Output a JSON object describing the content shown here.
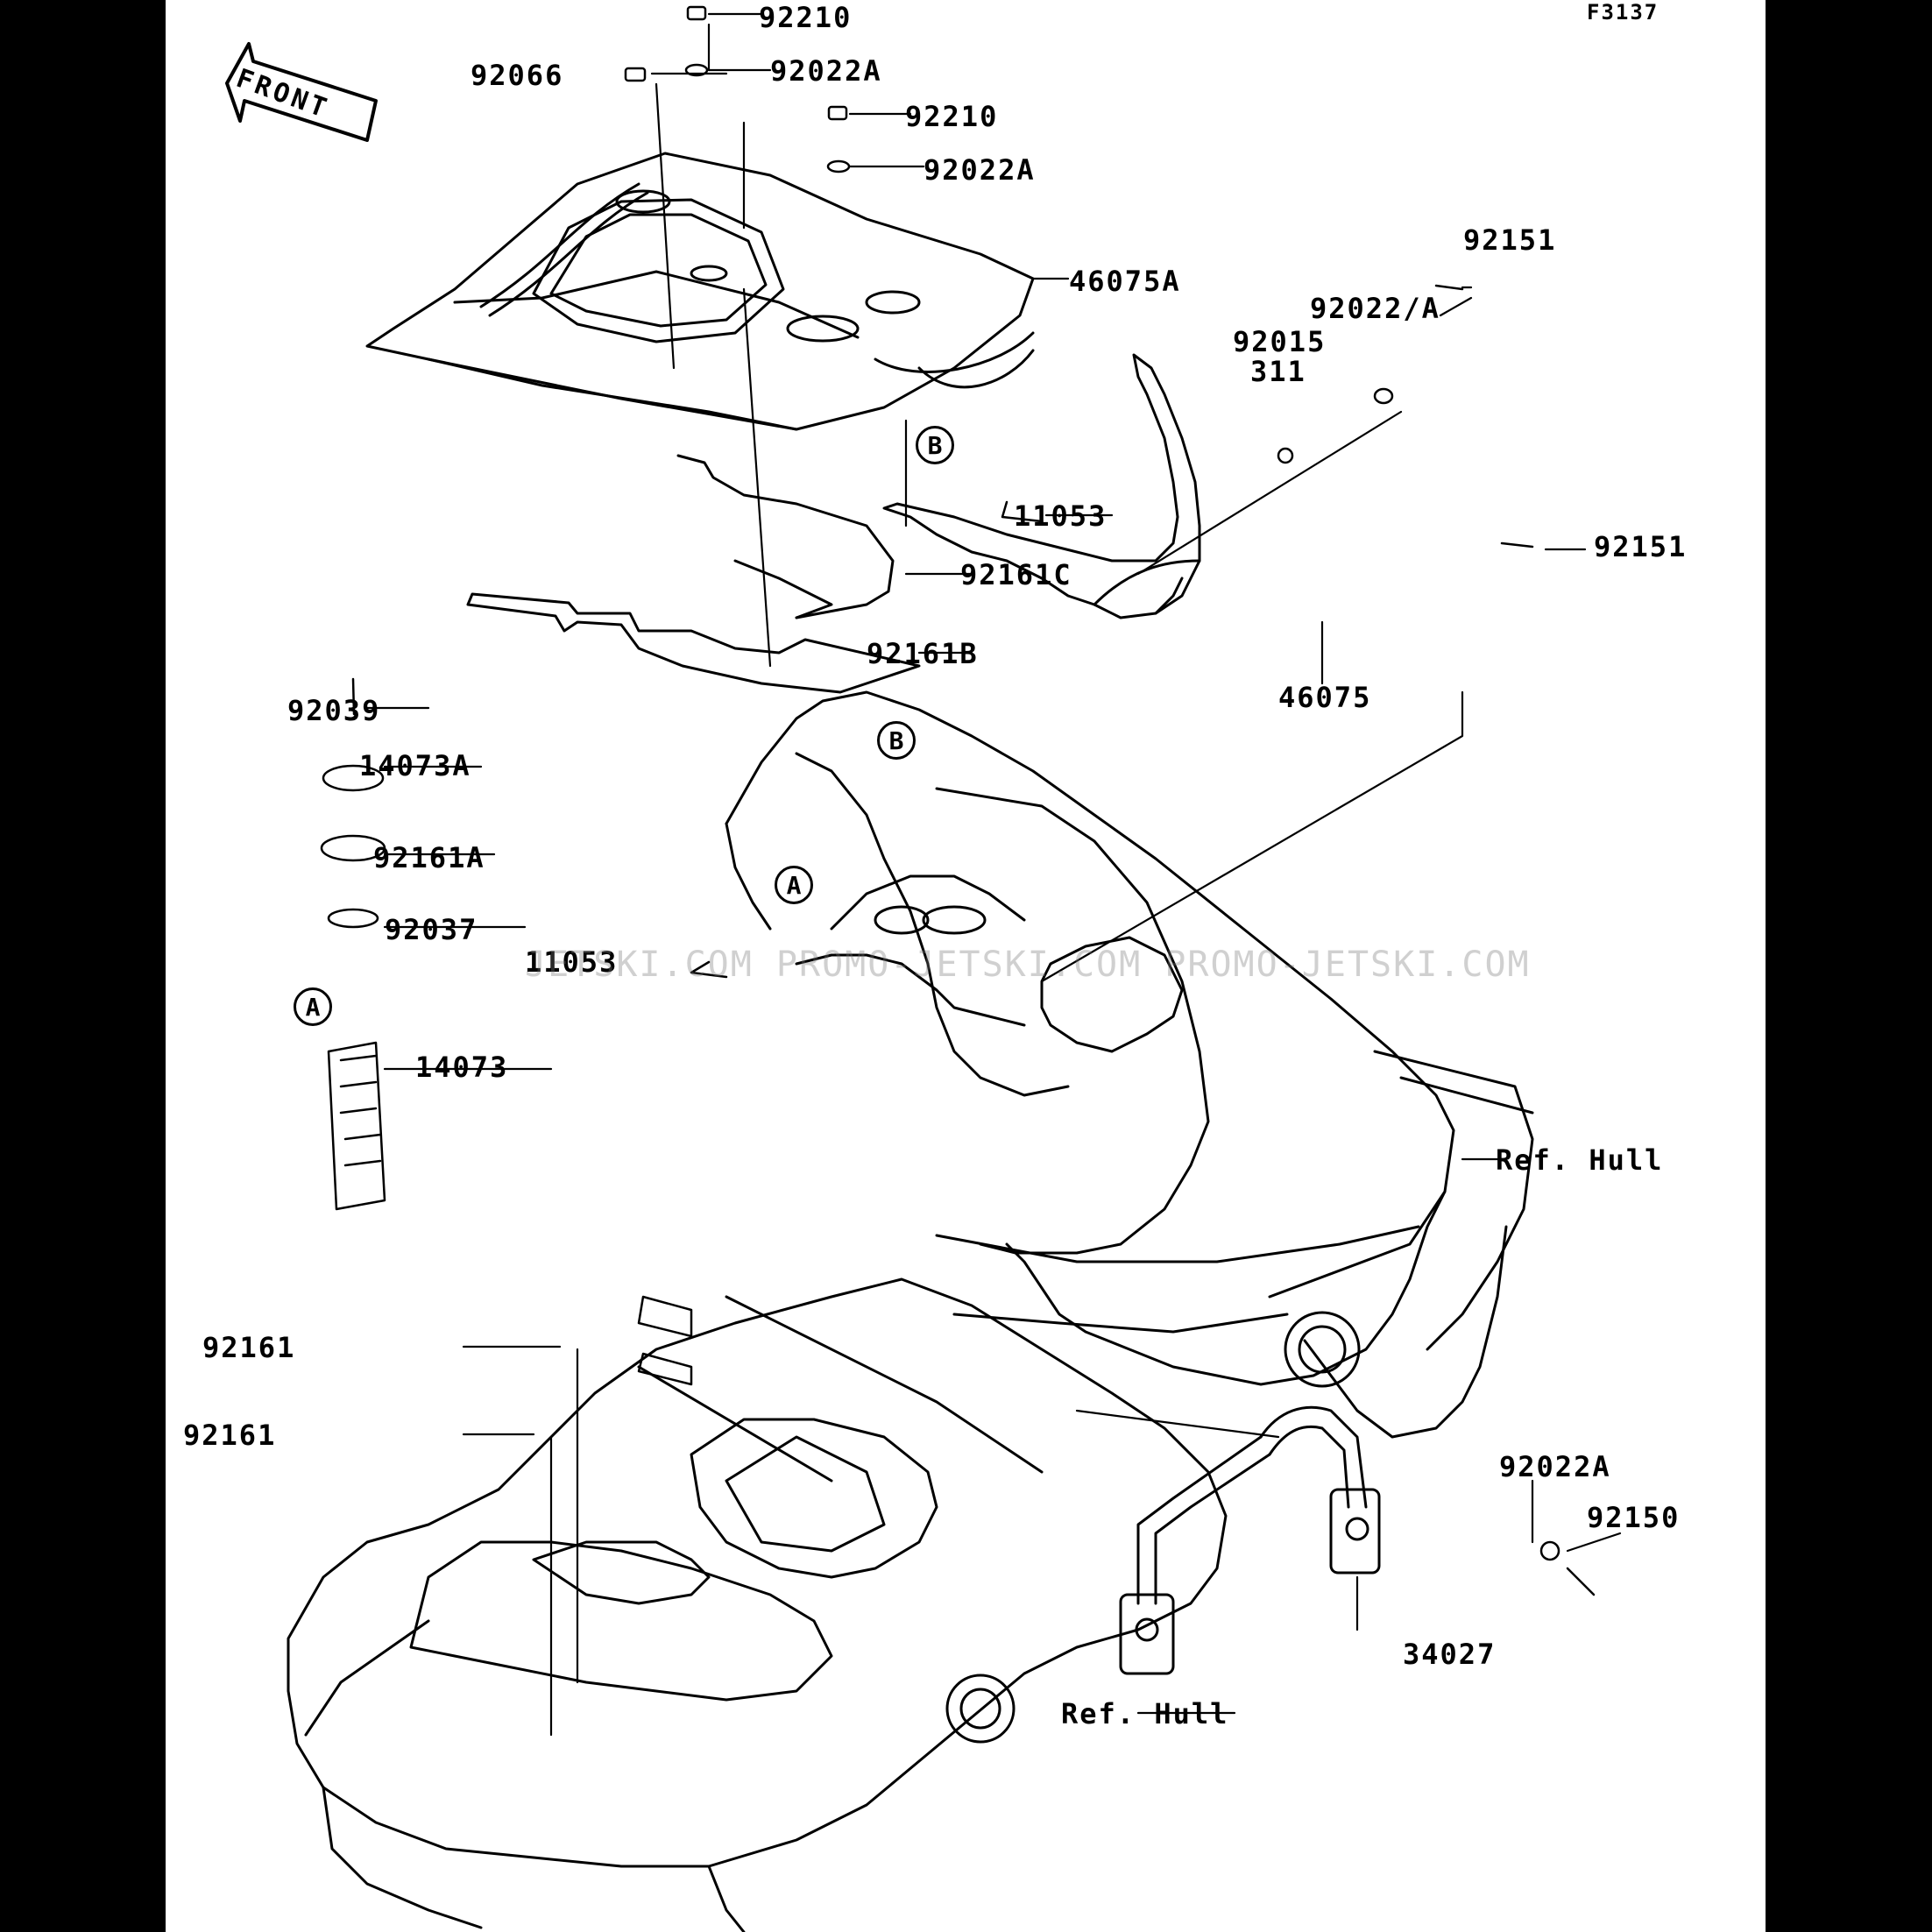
{
  "diagram": {
    "figure_id": "F3137",
    "front_label": "FRONT",
    "ref_hull_label": "Ref. Hull",
    "callout_a": "A",
    "callout_b": "B",
    "watermark": "JETSKI.COM  PROMO-JETSKI.COM  PROMO-JETSKI.COM"
  },
  "parts": [
    {
      "id": "p1",
      "number": "92210"
    },
    {
      "id": "p2",
      "number": "92022A"
    },
    {
      "id": "p3",
      "number": "92066"
    },
    {
      "id": "p4",
      "number": "92210"
    },
    {
      "id": "p5",
      "number": "92022A"
    },
    {
      "id": "p6",
      "number": "46075A"
    },
    {
      "id": "p7",
      "number": "92151"
    },
    {
      "id": "p8",
      "number": "92022/A"
    },
    {
      "id": "p9",
      "number": "92015"
    },
    {
      "id": "p10",
      "number": "311"
    },
    {
      "id": "p11",
      "number": "11053"
    },
    {
      "id": "p12",
      "number": "92161C"
    },
    {
      "id": "p13",
      "number": "92151"
    },
    {
      "id": "p14",
      "number": "92161B"
    },
    {
      "id": "p15",
      "number": "46075"
    },
    {
      "id": "p16",
      "number": "92039"
    },
    {
      "id": "p17",
      "number": "14073A"
    },
    {
      "id": "p18",
      "number": "92161A"
    },
    {
      "id": "p19",
      "number": "92037"
    },
    {
      "id": "p20",
      "number": "11053"
    },
    {
      "id": "p21",
      "number": "14073"
    },
    {
      "id": "p22",
      "number": "92161"
    },
    {
      "id": "p23",
      "number": "92161"
    },
    {
      "id": "p24",
      "number": "92022A"
    },
    {
      "id": "p25",
      "number": "92150"
    },
    {
      "id": "p26",
      "number": "34027"
    }
  ]
}
